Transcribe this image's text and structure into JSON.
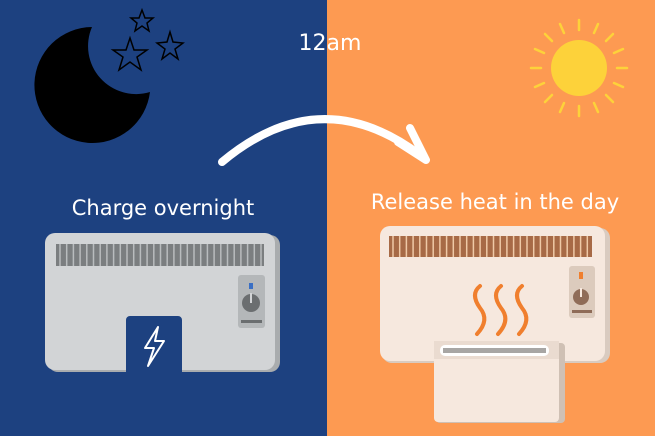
{
  "time_label": "12am",
  "night": {
    "caption": "Charge overnight"
  },
  "day": {
    "caption": "Release heat in the day"
  },
  "colors": {
    "night_bg": "#1d4180",
    "day_bg": "#fd9a52",
    "sun": "#fdd23a",
    "heat_waves": "#f07f2e"
  }
}
